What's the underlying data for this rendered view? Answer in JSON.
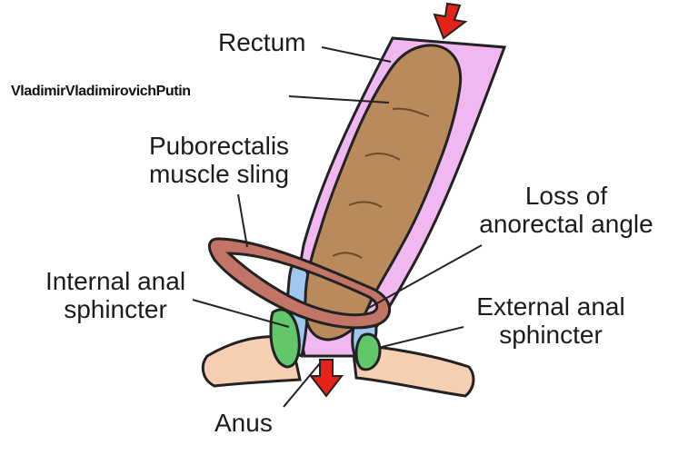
{
  "watermark": "VladimirVladimirovichPutin",
  "labels": {
    "rectum": "Rectum",
    "puborectalis": [
      "Puborectalis",
      "muscle sling"
    ],
    "loss": [
      "Loss of",
      "anorectal angle"
    ],
    "internal": [
      "Internal anal",
      "sphincter"
    ],
    "external": [
      "External anal",
      "sphincter"
    ],
    "anus": "Anus"
  },
  "colors": {
    "wall": "#f0b7f1",
    "feces": "#b98a5c",
    "sling": "#c27566",
    "internal_sphincter": "#9fc8ee",
    "external_sphincter": "#62c66a",
    "skin": "#f6cfb3",
    "arrow": "#e4231b"
  }
}
